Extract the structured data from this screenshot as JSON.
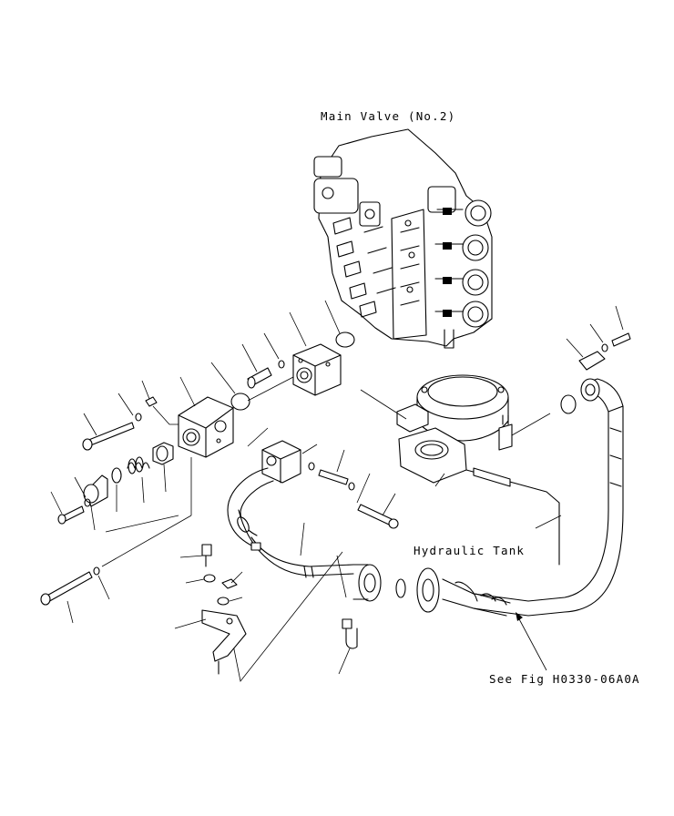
{
  "labels": {
    "main_valve": "Main Valve (No.2)",
    "hydraulic_tank": "Hydraulic Tank",
    "see_fig": "See Fig H0330-06A0A"
  },
  "colors": {
    "ink": "#000000",
    "paper": "#ffffff"
  }
}
